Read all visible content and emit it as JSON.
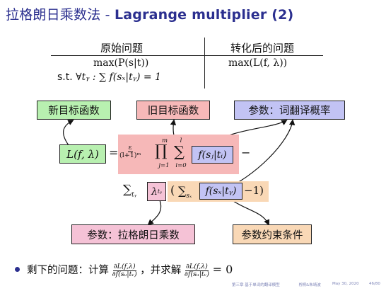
{
  "title": {
    "zh": "拉格朗日乘数法 - ",
    "en": "Lagrange multiplier (2)"
  },
  "table": {
    "col1_header": "原始问题",
    "col2_header": "转化后的问题",
    "col1_row1": "max(P(s|t))",
    "col1_row2_st": "s.t.",
    "col1_row2_expr": "∀tᵧ : ∑ f(sₓ|tᵧ) = 1",
    "col2_row1": "max(L(f, λ))"
  },
  "labels": {
    "new_objective": "新目标函数",
    "old_objective": "旧目标函数",
    "param_translation_prob": "参数：词翻译概率",
    "param_lagrange": "参数：拉格朗日乘数",
    "param_constraint": "参数约束条件"
  },
  "formula": {
    "lhs": "L(f, λ)",
    "eq": "=",
    "eps_num": "ε",
    "eps_den": "(l+1)ᵐ",
    "prod_top": "m",
    "prod_bot": "j=1",
    "sum_top": "l",
    "sum_bot": "i=0",
    "term": "f(sⱼ|tᵢ)",
    "minus": "−",
    "sum_ty": "∑",
    "sum_ty_sub": "tᵧ",
    "lambda": "λ",
    "lambda_sub": "tᵧ",
    "paren_open": "(",
    "sum_sx": "∑",
    "sum_sx_sub": "sₓ",
    "inner_term": "f(sₓ|tᵧ)",
    "minus_one": "−1)"
  },
  "bullet": {
    "text1": "剩下的问题：计算",
    "frac1_num": "∂L(f,λ)",
    "frac1_den": "∂f(sᵤ|tᵥ)",
    "text2": "，并求解",
    "frac2_num": "∂L(f,λ)",
    "frac2_den": "∂f(sᵤ|tᵥ)",
    "text3": "= 0"
  },
  "footer": {
    "chapter": "第三章 基于单词的翻译模型",
    "authors": "肖桐&朱靖波",
    "date": "May 30, 2020",
    "page": "46/80"
  },
  "colors": {
    "title": "#2b2f8f",
    "green_box": "#b8f0b0",
    "red_box": "#f6b8b8",
    "blue_box": "#c2c3f4",
    "orange_box": "#f9d8b6",
    "pink_box": "#f5c2d6"
  }
}
